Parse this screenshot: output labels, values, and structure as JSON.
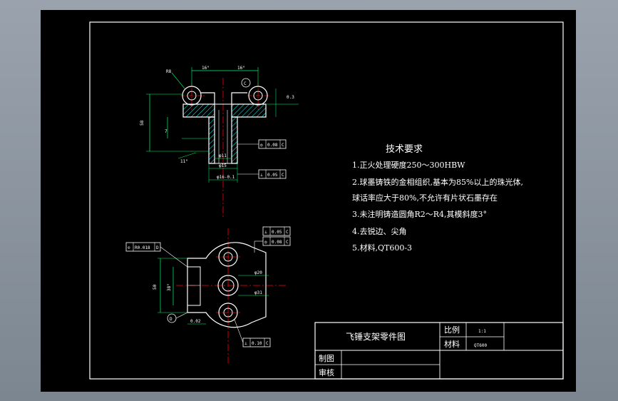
{
  "tech_requirements": {
    "title": "技术要求",
    "items": [
      "1.正火处理硬度250～300HBW",
      "2.球墨铸铁的金相组织,基本为85%以上的珠光体,",
      "球话率应大于80%,不允许有片状石墨存在",
      "3.未注明铸造圆角R2～R4,其模斜度3°",
      "4.去锐边、尖角",
      "5.材料,QT600-3"
    ]
  },
  "title_block": {
    "part_name": "飞锤支架零件图",
    "scale_label": "比例",
    "scale_value": "1:1",
    "material_label": "材料",
    "material_value": "QT600",
    "drawn_label": "制图",
    "checked_label": "审核"
  },
  "section_view": {
    "dims_top": [
      "16°",
      "16°"
    ],
    "radius_label": "R8",
    "datum_c": "C",
    "angle_right": "0.3",
    "left_dim": "58",
    "left_dim2": "7",
    "left_note": "11°",
    "bore_labels": [
      "φ11",
      "φ15",
      "φ16-0.1"
    ],
    "tol_right": "0.3",
    "callouts": [
      {
        "symbol": "◎",
        "value": "0.08",
        "datum": "C"
      },
      {
        "symbol": "⊥",
        "value": "0.05",
        "datum": "C"
      }
    ]
  },
  "plan_view": {
    "callouts_top": [
      {
        "symbol": "⊥",
        "value": "0.05",
        "datum": "C"
      },
      {
        "symbol": "◎",
        "value": "0.08",
        "datum": "C"
      }
    ],
    "callout_left": {
      "symbol": "⊙",
      "value": "R0.018",
      "datum": "D"
    },
    "callout_bottom": {
      "symbol": "⊥",
      "value": "0.10",
      "datum": "C"
    },
    "datum_d": "D",
    "left_dims": [
      "50",
      "38°"
    ],
    "bottom_dim": "0.02",
    "right_labels": [
      "φ20",
      "φ31"
    ]
  },
  "colors": {
    "background": "#000000",
    "outline": "#00ffff",
    "frame": "#ffffff",
    "centerline": "#ff0000",
    "hatch": "#00ffff",
    "dimension": "#00ff66"
  }
}
